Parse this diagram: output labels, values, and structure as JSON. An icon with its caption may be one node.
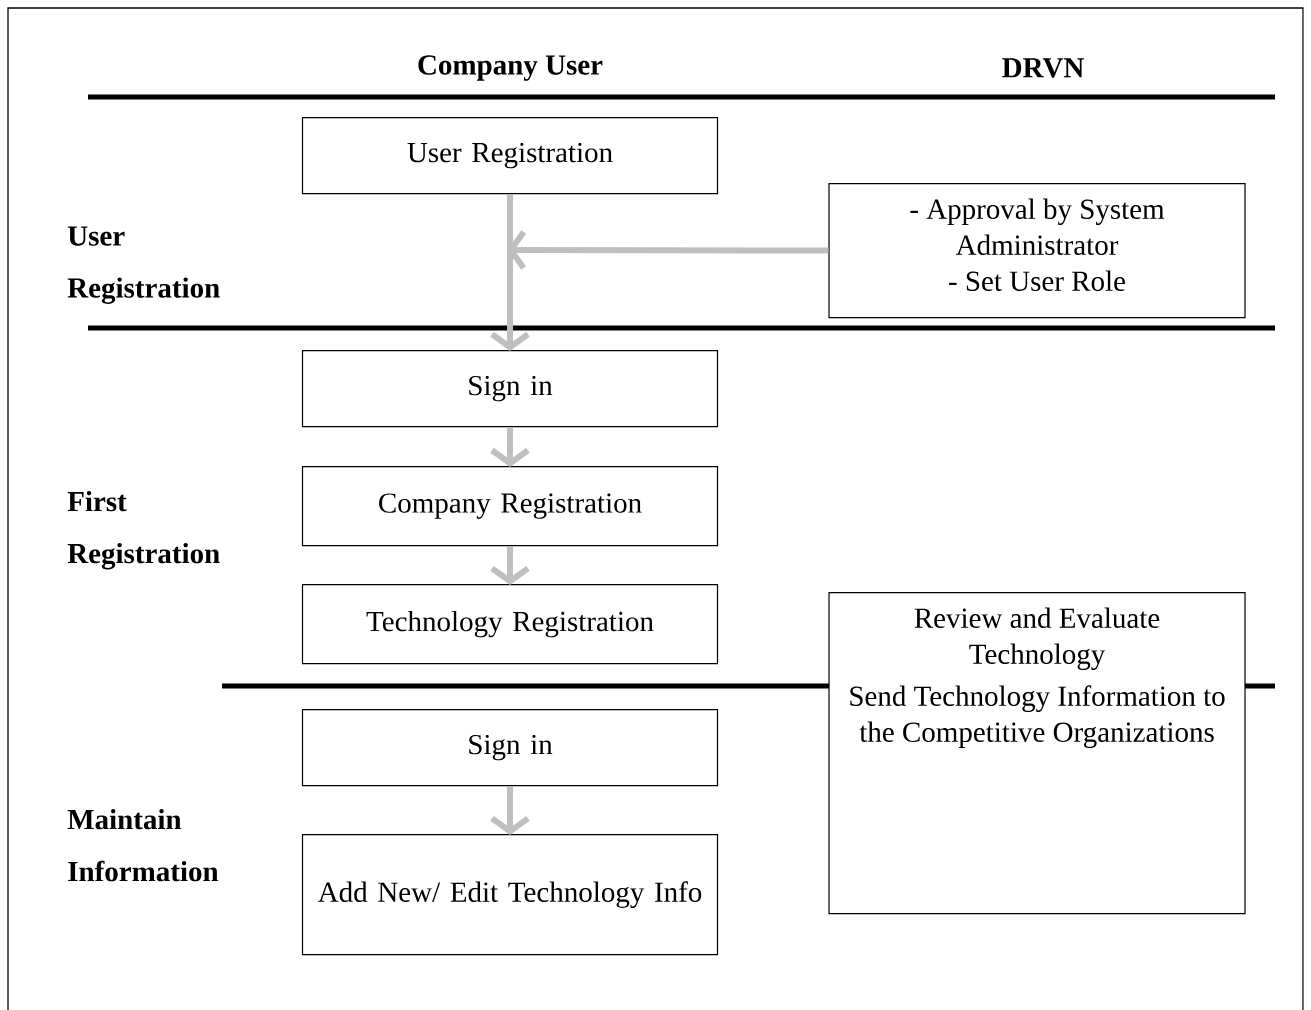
{
  "diagram": {
    "nodes": [
      {
        "text": [
          "User Registration"
        ]
      },
      {
        "text": [
          "- Approval by System Administrator",
          "- Set User Role"
        ]
      },
      {
        "text": [
          "Sign in"
        ]
      },
      {
        "text": [
          "Company Registration"
        ]
      },
      {
        "text": [
          "Technology Registration"
        ]
      },
      {
        "text": [
          "Review and Evaluate Technology",
          "Send Technology Information to the Competitive Organizations"
        ]
      },
      {
        "text": [
          "Sign in"
        ]
      },
      {
        "text": [
          "Add New/ Edit Technology Info"
        ]
      }
    ],
    "edges": [
      {
        "from": 0,
        "to": 2,
        "arrow": "to"
      },
      {
        "from": 1,
        "to": null,
        "arrow": "to"
      },
      {
        "from": 2,
        "to": 3,
        "arrow": "to"
      },
      {
        "from": 3,
        "to": 4,
        "arrow": "to"
      },
      {
        "from": 6,
        "to": 7,
        "arrow": "to"
      }
    ],
    "labels": [
      "Company User",
      "DRVN",
      "User Registration",
      "First Registration",
      "Maintain Information"
    ]
  }
}
